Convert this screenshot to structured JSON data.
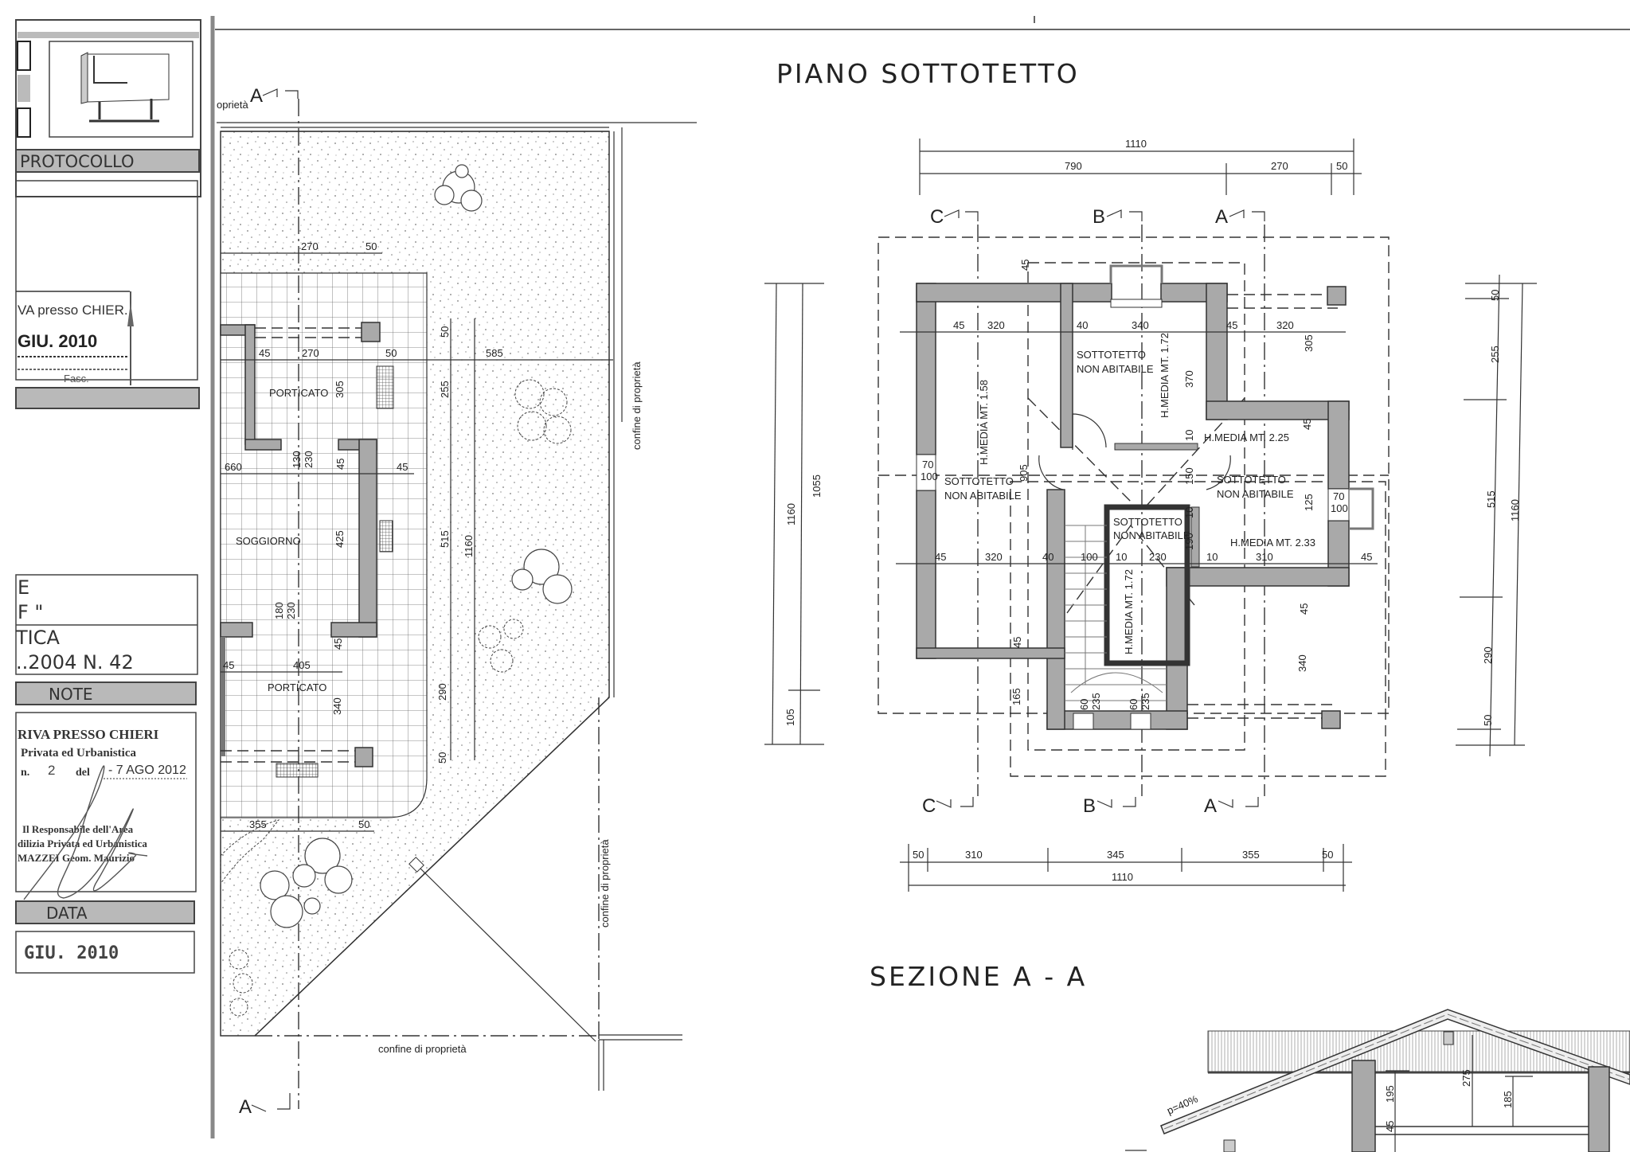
{
  "title_block": {
    "protocollo_label": "PROTOCOLLO",
    "stamp_town": "VA presso CHIER.",
    "stamp_date": "GIU. 2010",
    "stamp_fasc": "Fasc.",
    "project_line1": "E",
    "project_line2": "F \"",
    "law_line1": "TICA",
    "law_line2": "..2004 N. 42",
    "note_label": "NOTE",
    "approval_stamp": {
      "line1": "RIVA PRESSO CHIERI",
      "line2": "Privata ed Urbanistica",
      "line3_prefix": "n.",
      "number": "2",
      "line3_mid": "del",
      "date": "- 7 AGO 2012",
      "resp1": "Il Responsabile dell'Area",
      "resp2": "dilizia Privata ed Urbanistica",
      "resp3": "MAZZEI Geom. Maurizio"
    },
    "data_label": "DATA",
    "data_value": "GIU. 2010"
  },
  "site_plan": {
    "section_letter": "A",
    "proprieta_top": "oprietà",
    "labels": {
      "porticato_top": "PORTICATO",
      "soggiorno": "SOGGIORNO",
      "porticato_bottom": "PORTICATO"
    },
    "boundary_label": "confine di proprietà",
    "dims": {
      "d270a": "270",
      "d50a": "50",
      "d45a": "45",
      "d270b": "270",
      "d50b": "50",
      "d585": "585",
      "d305": "305",
      "d50c": "50",
      "d255": "255",
      "d130": "130",
      "d230a": "230",
      "d45b": "45",
      "d660": "660",
      "d45c": "45",
      "d425": "425",
      "d515": "515",
      "d1160": "1160",
      "d180": "180",
      "d230b": "230",
      "d45d": "45",
      "d45e": "45",
      "d405": "405",
      "d340": "340",
      "d290": "290",
      "d50d": "50",
      "d355": "355",
      "d50e": "50"
    }
  },
  "floor_plan": {
    "title": "PIANO SOTTOTETTO",
    "sections": {
      "a": "A",
      "b": "B",
      "c": "C"
    },
    "rooms": {
      "sottotetto": "SOTTOTETTO",
      "non_abitabile": "NON ABITABILE",
      "h158": "H.MEDIA MT. 1.58",
      "h172a": "H.MEDIA MT. 1.72",
      "h225": "H.MEDIA MT. 2.25",
      "h233": "H.MEDIA MT. 2.33",
      "h172b": "H.MEDIA MT. 1.72"
    },
    "top_dims": {
      "total": "1110",
      "d790": "790",
      "d270": "270",
      "d50": "50"
    },
    "bottom_dims": {
      "d50a": "50",
      "d310": "310",
      "d345": "345",
      "d355": "355",
      "d50b": "50",
      "total": "1110"
    },
    "left_dims": {
      "d1160": "1160",
      "d1055": "1055",
      "d105": "105"
    },
    "right_dims": {
      "d50a": "50",
      "d255": "255",
      "d515": "515",
      "d1160": "1160",
      "d290": "290",
      "d50b": "50"
    },
    "row1": {
      "a": "45",
      "b": "320",
      "c": "40",
      "d": "340",
      "e": "45",
      "f": "320"
    },
    "row2": {
      "a": "45",
      "b": "320",
      "c": "40",
      "d": "100",
      "e": "10",
      "f": "230",
      "g": "10",
      "h": "310",
      "i": "45"
    },
    "verticals": {
      "v45a": "45",
      "v305": "305",
      "v370": "370",
      "v905": "905",
      "v10a": "10",
      "v150": "150",
      "v10b": "10",
      "v190": "190",
      "v45b": "45",
      "v125": "125",
      "v45c": "45",
      "v340": "340",
      "v45d": "45",
      "v165": "165"
    },
    "windows": {
      "w70": "70",
      "w100": "100",
      "s60": "60",
      "s235": "235"
    }
  },
  "section": {
    "title": "SEZIONE  A - A",
    "slope": "p=40%",
    "dims": {
      "h275": "275",
      "h195": "195",
      "h185": "185",
      "h45": "45"
    }
  }
}
